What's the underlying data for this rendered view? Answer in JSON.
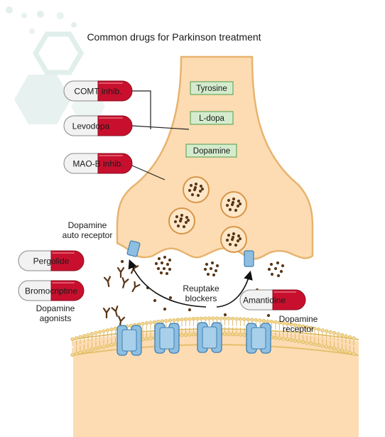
{
  "title": "Common drugs for Parkinson treatment",
  "colors": {
    "neuron_fill": "#fddcb3",
    "neuron_stroke": "#e8b878",
    "pill_red": "#c8102e",
    "pill_white": "#f2f2f2",
    "compound_box_fill": "#d6eed0",
    "compound_box_stroke": "#6fa862",
    "receptor_blue": "#8ebfe0",
    "dopamine_dot": "#5a3718",
    "hexagon_bg": "#e6f1ef"
  },
  "synthesis_pathway": [
    "Tyrosine",
    "L-dopa",
    "Dopamine"
  ],
  "drugs": {
    "comt": "COMT inhib.",
    "levodopa": "Levodopa",
    "maob": "MAO-B inhib.",
    "pergolide": "Pergolide",
    "bromocriptine": "Bromocriptine",
    "amantidine": "Amantidine"
  },
  "labels": {
    "auto_receptor_line1": "Dopamine",
    "auto_receptor_line2": "auto receptor",
    "agonists_line1": "Dopamine",
    "agonists_line2": "agonists",
    "reuptake_line1": "Reuptake",
    "reuptake_line2": "blockers",
    "receptor_line1": "Dopamine",
    "receptor_line2": "receptor"
  }
}
